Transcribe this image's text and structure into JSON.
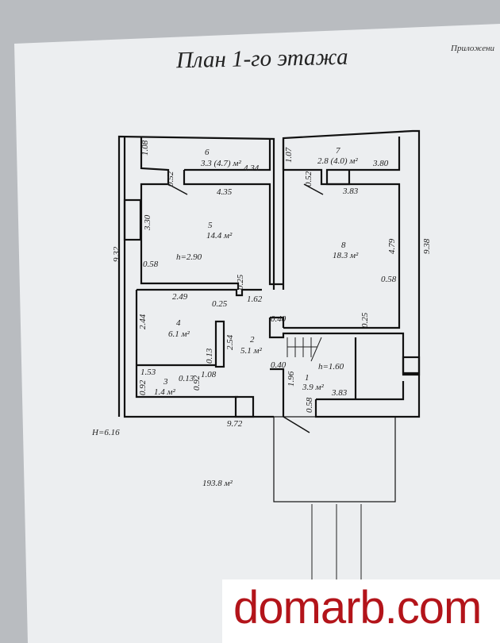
{
  "header": {
    "title": "План 1-го этажа",
    "appendix": "Приложени"
  },
  "rooms": {
    "r6": {
      "num": "6",
      "area": "3.3 (4.7) м²"
    },
    "r7": {
      "num": "7",
      "area": "2.8 (4.0) м²"
    },
    "r5": {
      "num": "5",
      "area": "14.4 м²",
      "height": "h=2.90"
    },
    "r8": {
      "num": "8",
      "area": "18.3 м²"
    },
    "r4": {
      "num": "4",
      "area": "6.1 м²"
    },
    "r2": {
      "num": "2",
      "area": "5.1 м²"
    },
    "r3": {
      "num": "3",
      "area": "1.4 м²"
    },
    "r1": {
      "num": "1",
      "area": "3.9 м²",
      "height": "h=1.60"
    }
  },
  "dims": [
    "1.08",
    "4.34",
    "0.52",
    "4.35",
    "1.07",
    "0.52",
    "3.80",
    "3.83",
    "3.30",
    "9.32",
    "0.58",
    "0.25",
    "1.62",
    "4.79",
    "0.58",
    "9.38",
    "2.49",
    "0.25",
    "0.40",
    "0.25",
    "2.44",
    "2.54",
    "0.13",
    "1.53",
    "0.13",
    "1.08",
    "0.92",
    "0.92",
    "0.40",
    "1.96",
    "3.83",
    "0.58",
    "9.72"
  ],
  "footer": {
    "total_height": "H=6.16",
    "total_area": "193.8 м²"
  },
  "watermark": "domarb.com"
}
